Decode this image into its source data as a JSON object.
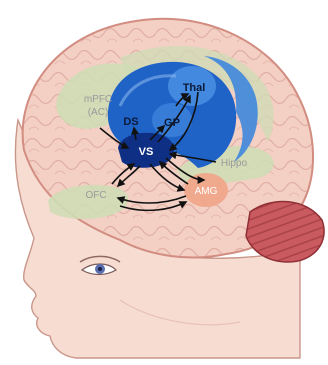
{
  "colors": {
    "brain": "#f3cfc4",
    "brain_stroke": "#d28c80",
    "skin": "#f7dcd2",
    "basal_ganglia": "#1f63c6",
    "basal_ganglia_light": "#3f86dd",
    "vs": "#0e2f84",
    "cortex_region": "#cfdcb6",
    "amygdala": "#f0a78a",
    "cerebellum": "#c95a5f",
    "arrow": "#111111"
  },
  "labels": {
    "mpfc_line1": "mPFC",
    "mpfc_line2": "(AC)",
    "ds": "DS",
    "gp": "GP",
    "thal": "Thal",
    "vs": "VS",
    "hippo": "Hippo",
    "ofc": "OFC",
    "amg": "AMG"
  }
}
